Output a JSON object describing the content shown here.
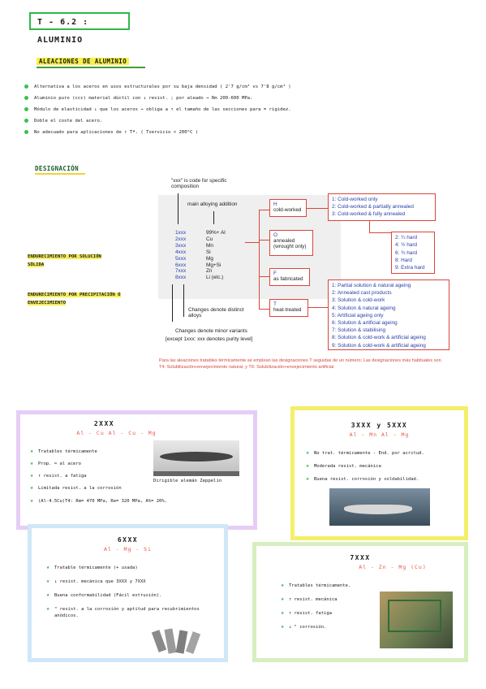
{
  "title": "T - 6.2 : ALUMINIO",
  "section_alloys": "ALEACIONES DE ALUMINIO",
  "bullets": [
    "Alternativa a los aceros en usos estructurales por su baja densidad ( 2'7 g/cm³ vs 7'8 g/cm³ )",
    "Aluminio puro (ccc) material dúctil con ↓ resist. ; por aleado → Rm 200-600 MPa.",
    "Módulo de elasticidad ↓ que los aceros → obliga a ↑ el tamaño de las secciones para = rigidez.",
    "Doble el coste del acero.",
    "No adecuado para aplicaciones de ↑ Tª. ( Tservicio < 200°C )"
  ],
  "section_designation": "DESIGNACIÓN",
  "side_labels": {
    "solution": "ENDURECIMIENTO POR SOLUCIÓN SÓLIDA",
    "precipitation": "ENDURECIMIENTO POR PRECIPITACIÓN O ENVEJECIMIENTO"
  },
  "diagram": {
    "xxx_note": "\"xxx\" is code for specific composition",
    "main_addition": "main alloying addition",
    "series": [
      {
        "code": "1xxx",
        "el": "99%+ Al"
      },
      {
        "code": "2xxx",
        "el": "Cu"
      },
      {
        "code": "3xxx",
        "el": "Mn"
      },
      {
        "code": "4xxx",
        "el": "Si"
      },
      {
        "code": "5xxx",
        "el": "Mg"
      },
      {
        "code": "6xxx",
        "el": "Mg+Si"
      },
      {
        "code": "7xxx",
        "el": "Zn"
      },
      {
        "code": "8xxx",
        "el": "Li (etc.)"
      }
    ],
    "changes_alloys": "Changes denote distinct alloys",
    "changes_minor": "Changes denote minor variants",
    "except": "[except 1xxx: xxx denotes purity level]",
    "tempers": {
      "H": {
        "letter": "H",
        "label": "cold-worked"
      },
      "O": {
        "letter": "O",
        "label": "annealed (wrought only)"
      },
      "F": {
        "letter": "F",
        "label": "as fabricated"
      },
      "T": {
        "letter": "T",
        "label": "heat-treated"
      }
    },
    "h_list": [
      "1: Cold-worked only",
      "2: Cold-worked & partially annealed",
      "3: Cold-worked & fully annealed"
    ],
    "hard_list": [
      "2: ¼ hard",
      "4: ½ hard",
      "6: ¾ hard",
      "8: Hard",
      "9: Extra hard"
    ],
    "t_list": [
      "1: Partial solution & natural ageing",
      "2: Annealed cast products",
      "3: Solution & cold-work",
      "4: Solution & natural ageing",
      "5: Artificial ageing only",
      "6: Solution & artificial ageing",
      "7: Solution & stabilising",
      "8: Solution & cold-work & artificial ageing",
      "9: Solution & cold-work & artificial ageing"
    ],
    "note": "Para las aleaciones tratables térmicamente se emplean las designaciones T seguidas de un número; Las designaciones más habituales son T4: Solubilización+envejecimiento natural, y T6: Solubilización+envejecimiento artificial"
  },
  "cards": {
    "c2": {
      "title": "2XXX",
      "sub": "Al - Cu    Al - Cu - Mg",
      "items": [
        "Tratables térmicamente",
        "Prop. ≈ al acero",
        "↑ resist. a fatiga",
        "Limitada resist. a la corrosión",
        "(Al-4.5Cu)T4: Rm= 470 MPa, Re= 320 MPa, A%= 20%."
      ],
      "caption": "Dirigible alemán Zeppelin"
    },
    "c35": {
      "title": "3XXX y 5XXX",
      "sub": "Al - Mn    Al - Mg",
      "items": [
        "No trat. térmicamente - End. por acritud.",
        "Moderada resist. mecánica",
        "Buena resist. corrosión y soldabilidad."
      ]
    },
    "c6": {
      "title": "6XXX",
      "sub": "Al - Mg - Si",
      "items": [
        "Tratable térmicamente (+ usada)",
        "↓ resist. mecánica que 3XXX y 7XXX",
        "Buena conformabilidad (Fácil extrusión).",
        "\" resist. a la corrosión y aptitud para recubrimientos anódicos."
      ]
    },
    "c7": {
      "title": "7XXX",
      "sub": "Al - Zn - Mg (Cu)",
      "items": [
        "Tratables térmicamente.",
        "↑ resist. mecánica",
        "↑ resist. fatiga",
        "↓   \"   corrosión."
      ]
    }
  },
  "colors": {
    "green": "#2fb84a",
    "red": "#d9463a",
    "purple": "#e3c8f2",
    "yellow": "#f4ef6a",
    "lightblue": "#cfe7f7",
    "lightgreen": "#d6efbe"
  }
}
